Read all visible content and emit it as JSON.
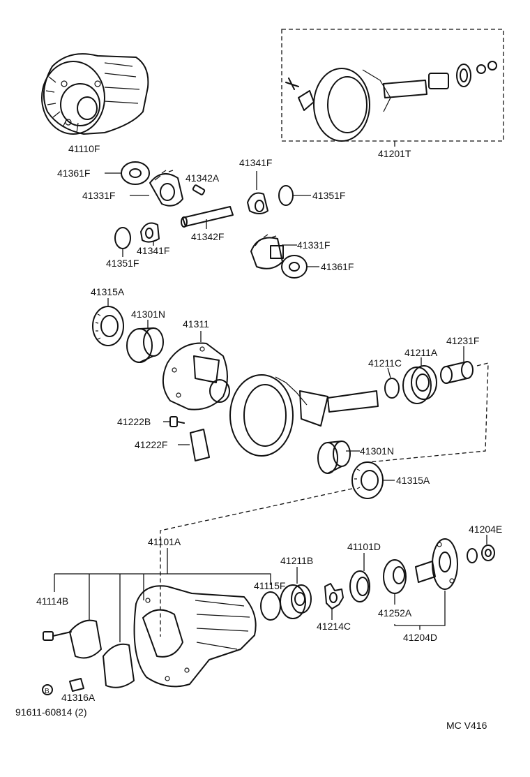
{
  "diagram": {
    "code": "MC  V416",
    "labels": {
      "l41110F": "41110F",
      "l41201T": "41201T",
      "l41361F_a": "41361F",
      "l41342A": "41342A",
      "l41341F_a": "41341F",
      "l41351F_a": "41351F",
      "l41331F_a": "41331F",
      "l41342F": "41342F",
      "l41341F_b": "41341F",
      "l41351F_b": "41351F",
      "l41331F_b": "41331F",
      "l41361F_b": "41361F",
      "l41315A_a": "41315A",
      "l41301N_a": "41301N",
      "l41311": "41311",
      "l41231F": "41231F",
      "l41211A": "41211A",
      "l41211C": "41211C",
      "l41222B": "41222B",
      "l41222F": "41222F",
      "l41301N_b": "41301N",
      "l41315A_b": "41315A",
      "l41204E": "41204E",
      "l41101A": "41101A",
      "l41211B": "41211B",
      "l41101D": "41101D",
      "l41115F": "41115F",
      "l41114B": "41114B",
      "l41214C": "41214C",
      "l41252A": "41252A",
      "l41204D": "41204D",
      "l41316A": "41316A",
      "b_mark": "B",
      "l91611": "91611-60814 (2)"
    }
  }
}
